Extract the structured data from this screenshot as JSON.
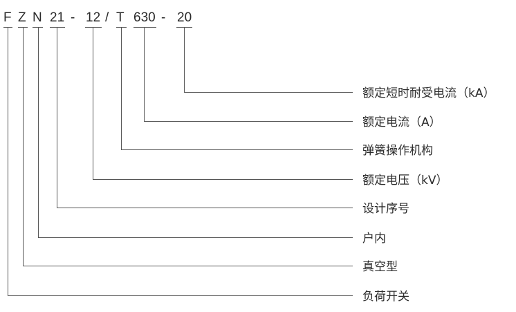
{
  "model_code": {
    "segments": [
      "F",
      "Z",
      "N",
      "21",
      "-",
      "12",
      "/",
      "T",
      "630",
      "-",
      "20"
    ]
  },
  "labels": [
    "额定短时耐受电流（kA）",
    "额定电流（A）",
    "弹簧操作机构",
    "额定电压（kV）",
    "设计序号",
    "户内",
    "真空型",
    "负荷开关"
  ]
}
